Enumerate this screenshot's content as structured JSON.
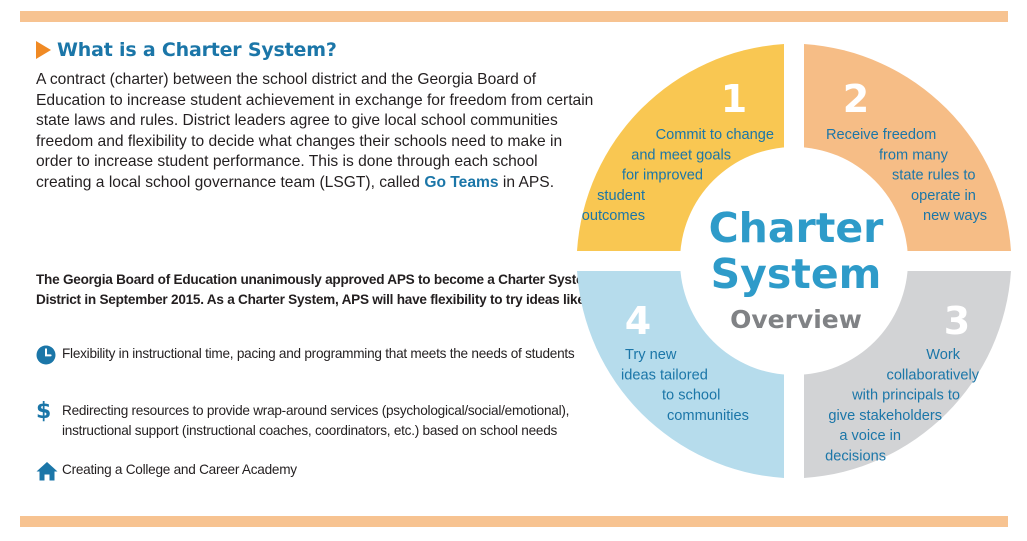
{
  "heading": "What is a Charter System?",
  "intro": {
    "text": "A contract (charter) between the school district and the Georgia Board of Education to increase student achievement in exchange for freedom from certain state laws and rules. District leaders agree to give local school communities freedom and flexibility to decide what changes their schools need to make in order to increase student performance. This is done through each school creating a local school governance team (LSGT), called ",
    "highlight": "Go Teams",
    "suffix": " in APS."
  },
  "approval_text": "The Georgia Board of Education unanimously approved APS to become a Charter System District in September 2015. As a Charter System, APS will have flexibility to try ideas like:",
  "features": [
    {
      "icon": "clock-icon",
      "text": "Flexibility in instructional time, pacing and programming that meets the needs of students"
    },
    {
      "icon": "dollar-icon",
      "text": "Redirecting resources to provide wrap-around services (psychological/social/emotional), instructional support (instructional coaches, coordinators, etc.) based on school needs"
    },
    {
      "icon": "house-icon",
      "text": "Creating a College and Career Academy"
    }
  ],
  "wheel": {
    "center_line1": "Charter",
    "center_line2": "System",
    "center_line3": "Overview",
    "q1": {
      "num": "1",
      "lines": [
        "Commit to change",
        "and meet goals",
        "for improved",
        "student",
        "outcomes"
      ]
    },
    "q2": {
      "num": "2",
      "lines": [
        "Receive freedom",
        "from many",
        "state rules to",
        "operate in",
        "new ways"
      ]
    },
    "q3": {
      "num": "3",
      "lines": [
        "Work",
        "collaboratively",
        "with principals to",
        "give stakeholders",
        "a voice in",
        "decisions"
      ]
    },
    "q4": {
      "num": "4",
      "lines": [
        "Try new",
        "ideas tailored",
        "to school",
        "communities"
      ]
    }
  },
  "colors": {
    "band": "#f7c391",
    "heading_blue": "#1b76a8",
    "arrow_orange": "#f08a24",
    "q1_yellow": "#f9c752",
    "q2_peach": "#f6bd86",
    "q3_gray": "#d2d3d5",
    "q4_blue": "#b6dcec",
    "center_blue": "#2e9bc9",
    "overview_gray": "#808285"
  }
}
